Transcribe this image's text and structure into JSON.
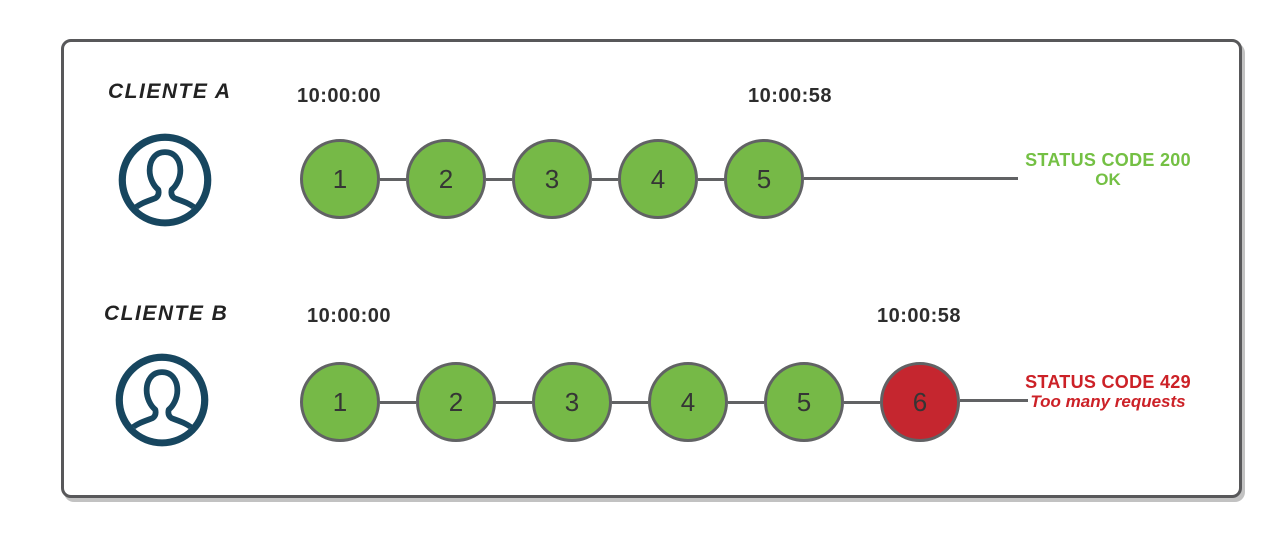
{
  "colors": {
    "success_green": "#76b947",
    "error_red": "#c5262f",
    "success_text_green": "#74c044",
    "error_text_red": "#cc2127",
    "avatar_navy": "#17465f",
    "line_gray": "#616264",
    "frame_border_gray": "#58585a"
  },
  "icons": {
    "avatar": "user-avatar-icon"
  },
  "rows": [
    {
      "client_label": "CLIENTE A",
      "start_time": "10:00:00",
      "end_time": "10:00:58",
      "requests": [
        {
          "number": "1",
          "status": "success"
        },
        {
          "number": "2",
          "status": "success"
        },
        {
          "number": "3",
          "status": "success"
        },
        {
          "number": "4",
          "status": "success"
        },
        {
          "number": "5",
          "status": "success"
        }
      ],
      "status_code_label": "STATUS CODE 200",
      "status_message": "OK"
    },
    {
      "client_label": "CLIENTE B",
      "start_time": "10:00:00",
      "end_time": "10:00:58",
      "requests": [
        {
          "number": "1",
          "status": "success"
        },
        {
          "number": "2",
          "status": "success"
        },
        {
          "number": "3",
          "status": "success"
        },
        {
          "number": "4",
          "status": "success"
        },
        {
          "number": "5",
          "status": "success"
        },
        {
          "number": "6",
          "status": "error"
        }
      ],
      "status_code_label": "STATUS CODE 429",
      "status_message": "Too many requests"
    }
  ]
}
